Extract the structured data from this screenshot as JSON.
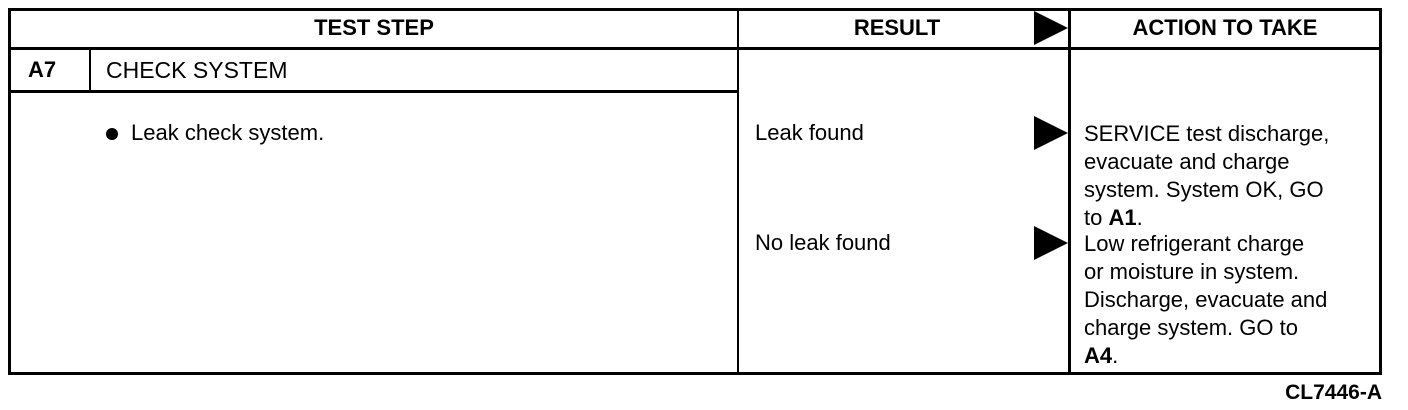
{
  "headers": {
    "test_step": "TEST STEP",
    "result": "RESULT",
    "action": "ACTION TO TAKE"
  },
  "step": {
    "id": "A7",
    "title": "CHECK SYSTEM",
    "instruction": "Leak check system."
  },
  "results": [
    {
      "label": "Leak found",
      "action_lines": [
        "SERVICE test discharge,",
        "evacuate and charge",
        "system. System OK, GO"
      ],
      "action_tail_prefix": "to ",
      "action_ref": "A1",
      "action_tail_suffix": "."
    },
    {
      "label": "No leak found",
      "action_lines": [
        "Low refrigerant charge",
        "or moisture in system.",
        "Discharge, evacuate and",
        "charge system. GO to"
      ],
      "action_tail_prefix": "",
      "action_ref": "A4",
      "action_tail_suffix": "."
    }
  ],
  "figure_code": "CL7446-A"
}
